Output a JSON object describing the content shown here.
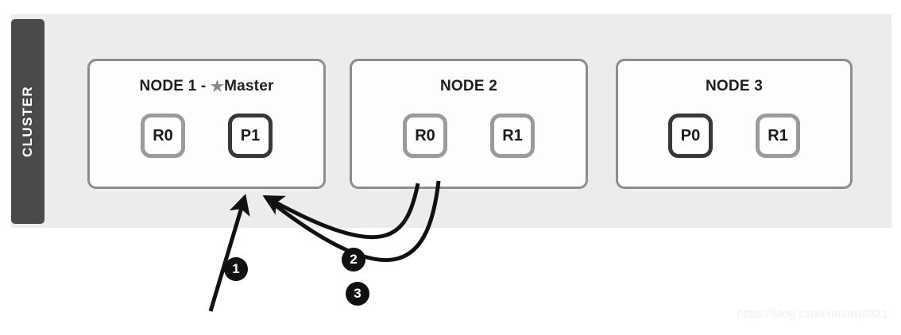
{
  "diagram": {
    "cluster_label": "CLUSTER",
    "panel_color": "#ececec",
    "tab_color": "#4a4a4a",
    "primary_border_color": "#383838",
    "replica_border_color": "#9b9b9b",
    "nodes": [
      {
        "id": "node-1",
        "title": "NODE 1 - ",
        "star": "★",
        "role": "Master",
        "shards": [
          {
            "label": "R0",
            "kind": "replica"
          },
          {
            "label": "P1",
            "kind": "primary"
          }
        ]
      },
      {
        "id": "node-2",
        "title": "NODE 2",
        "star": "",
        "role": "",
        "shards": [
          {
            "label": "R0",
            "kind": "replica"
          },
          {
            "label": "R1",
            "kind": "replica"
          }
        ]
      },
      {
        "id": "node-3",
        "title": "NODE 3",
        "star": "",
        "role": "",
        "shards": [
          {
            "label": "P0",
            "kind": "primary"
          },
          {
            "label": "R1",
            "kind": "replica"
          }
        ]
      }
    ],
    "steps": [
      {
        "number": "1",
        "target": "node-1 P1"
      },
      {
        "number": "2",
        "target": "node-2 R0"
      },
      {
        "number": "3",
        "target": "node-1 P1"
      }
    ],
    "watermark": "https://blog.csdn.net/dwjf321"
  }
}
